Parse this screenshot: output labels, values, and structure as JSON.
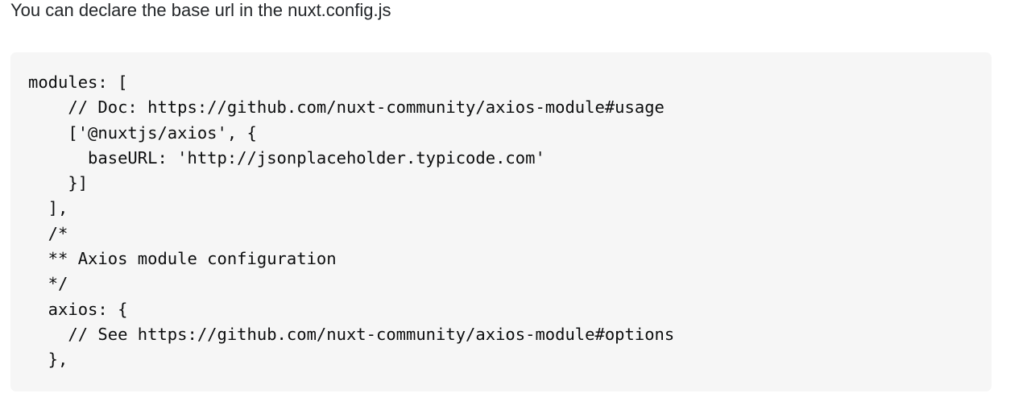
{
  "intro": {
    "text": "You can declare the base url in the nuxt.config.js"
  },
  "code": {
    "lines": [
      "modules: [",
      "    // Doc: https://github.com/nuxt-community/axios-module#usage",
      "    ['@nuxtjs/axios', {",
      "      baseURL: 'http://jsonplaceholder.typicode.com'",
      "    }]",
      "  ],",
      "  /*",
      "  ** Axios module configuration",
      "  */",
      "  axios: {",
      "    // See https://github.com/nuxt-community/axios-module#options",
      "  },"
    ]
  }
}
